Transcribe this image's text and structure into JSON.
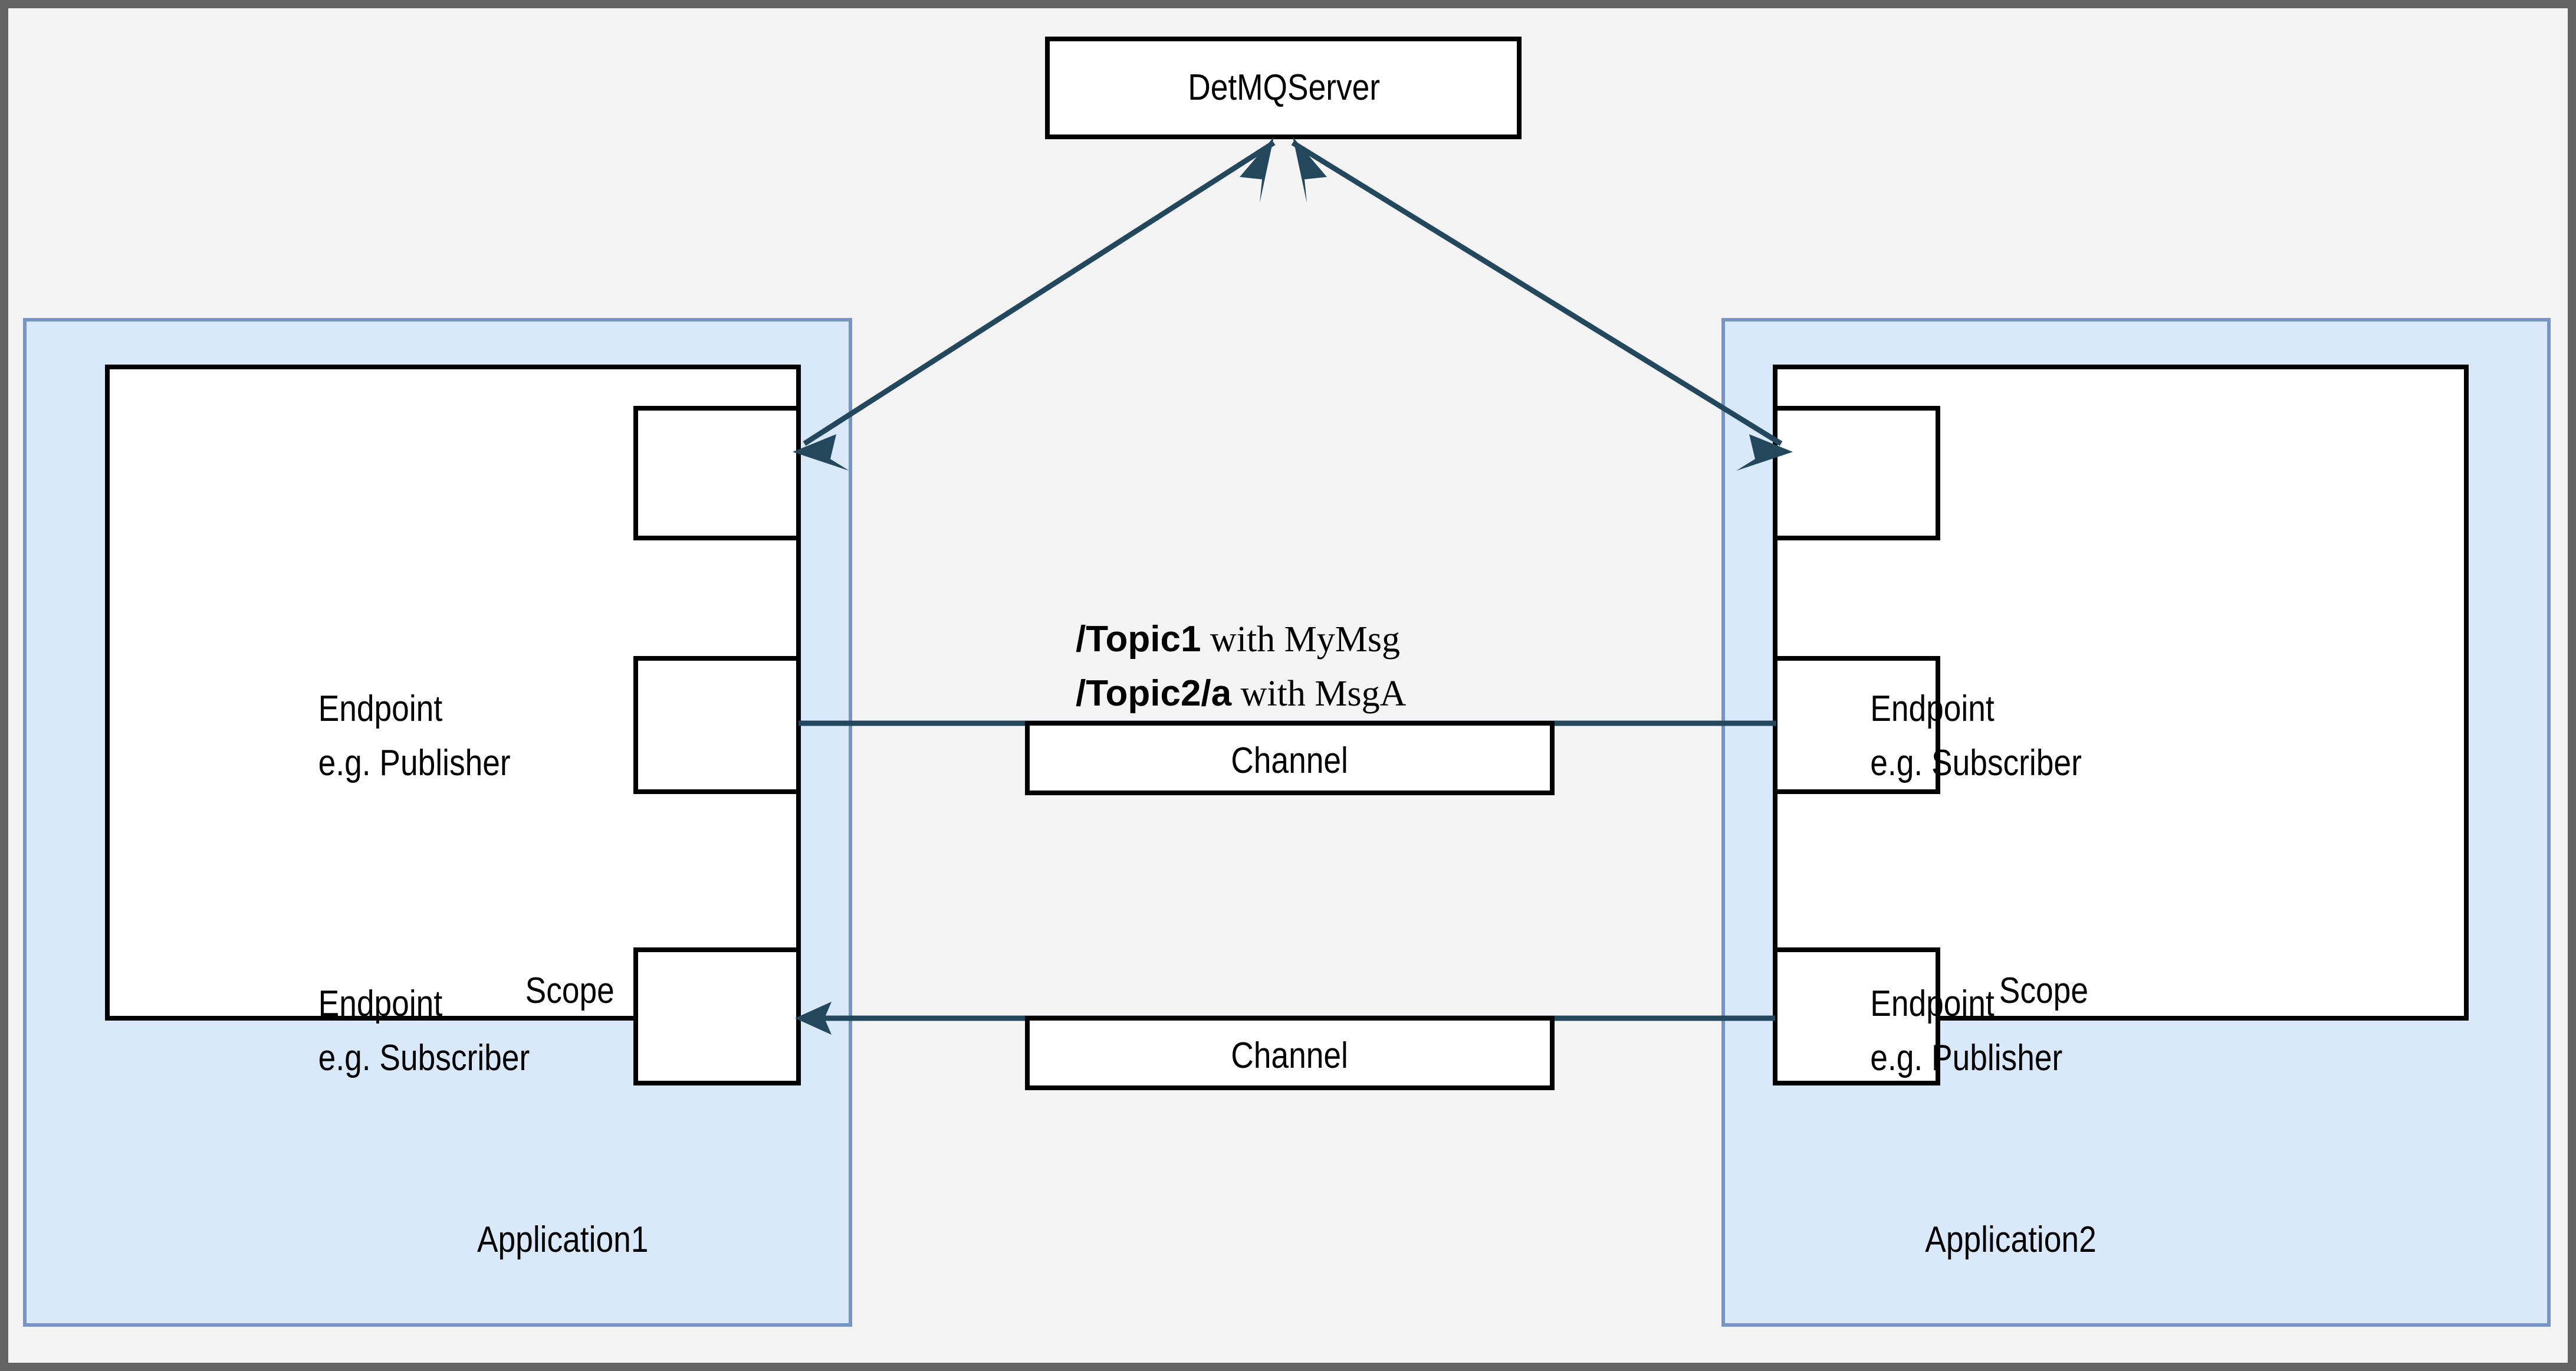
{
  "canvas": {
    "background": "#f4f4f4",
    "outer_border_color": "#636363"
  },
  "colors": {
    "application_fill": "#dae8fc",
    "application_border": "#7795c4",
    "box_fill": "#ffffff",
    "box_border": "#000000",
    "arrow": "#23485e"
  },
  "server": {
    "label": "DetMQServer"
  },
  "applications": [
    {
      "name": "Application1",
      "scope_label": "Scope",
      "endpoints": [
        {
          "title": "Endpoint",
          "subtitle": "e.g. Publisher"
        },
        {
          "title": "Endpoint",
          "subtitle": "e.g. Subscriber"
        }
      ]
    },
    {
      "name": "Application2",
      "scope_label": "Scope",
      "endpoints": [
        {
          "title": "Endpoint",
          "subtitle": "e.g. Subscriber"
        },
        {
          "title": "Endpoint",
          "subtitle": "e.g. Publisher"
        }
      ]
    }
  ],
  "channels": [
    {
      "label": "Channel"
    },
    {
      "label": "Channel"
    }
  ],
  "topics": [
    {
      "topic": "/Topic1",
      "connector": " with ",
      "message": "MyMsg"
    },
    {
      "topic": "/Topic2/a",
      "connector": " with ",
      "message": "MsgA"
    }
  ]
}
